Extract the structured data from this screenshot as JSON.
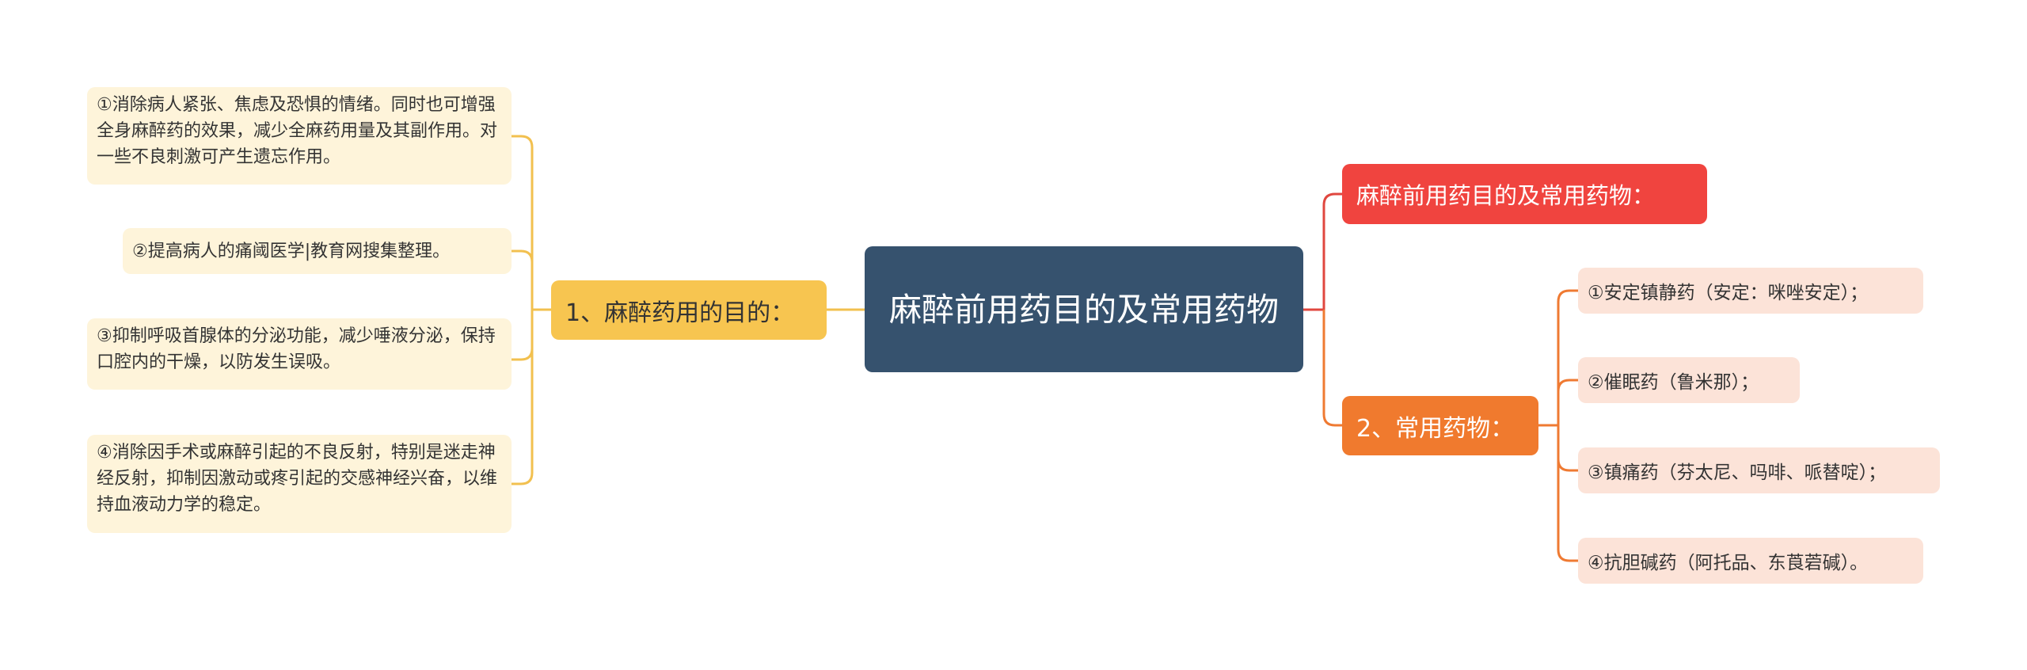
{
  "mindmap": {
    "central": "麻醉前用药目的及常用药物",
    "left_branch": {
      "label": "1、麻醉药用的目的：",
      "items": [
        "①消除病人紧张、焦虑及恐惧的情绪。同时也可增强全身麻醉药的效果，减少全麻药用量及其副作用。对一些不良刺激可产生遗忘作用。",
        "②提高病人的痛阈医学|教育网搜集整理。",
        "③抑制呼吸首腺体的分泌功能，减少唾液分泌，保持口腔内的干燥，以防发生误吸。",
        "④消除因手术或麻醉引起的不良反射，特别是迷走神经反射，抑制因激动或疼引起的交感神经兴奋，以维持血液动力学的稳定。"
      ]
    },
    "right_top": {
      "label": "麻醉前用药目的及常用药物："
    },
    "right_branch": {
      "label": "2、常用药物：",
      "items": [
        "①安定镇静药（安定：咪唑安定）；",
        "②催眠药（鲁米那）；",
        "③镇痛药（芬太尼、吗啡、哌替啶）；",
        "④抗胆碱药（阿托品、东莨菪碱）。"
      ]
    },
    "colors": {
      "central": "#36526e",
      "left_branch": "#f7c550",
      "left_leaf": "#fef4da",
      "right_top": "#f0443f",
      "right_branch": "#f07a2e",
      "right_leaf": "#fce3d8"
    }
  }
}
